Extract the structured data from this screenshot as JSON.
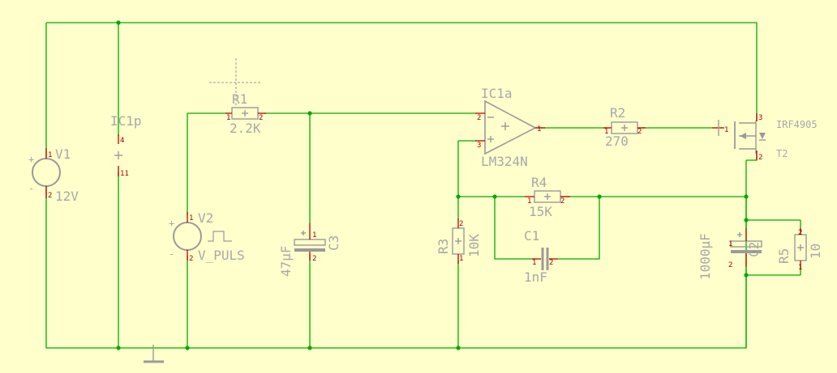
{
  "components": {
    "V1": {
      "name": "V1",
      "value": "12V",
      "pins": [
        "1",
        "2"
      ]
    },
    "IC1p": {
      "name": "IC1p",
      "pins": [
        "4",
        "11"
      ]
    },
    "R1": {
      "name": "R1",
      "value": "2.2K",
      "pins": [
        "1",
        "2"
      ]
    },
    "V2": {
      "name": "V2",
      "value": "V_PULS",
      "pins": [
        "1",
        "2"
      ]
    },
    "C3": {
      "name": "C3",
      "value": "47µF",
      "pins": [
        "1",
        "2"
      ]
    },
    "IC1a": {
      "name": "IC1a",
      "value": "LM324N",
      "pins": [
        "2",
        "3",
        "1"
      ]
    },
    "R2": {
      "name": "R2",
      "value": "270",
      "pins": [
        "1",
        "2"
      ]
    },
    "T2": {
      "name": "T2",
      "value": "IRF4905",
      "pins": [
        "1",
        "2",
        "3"
      ]
    },
    "R4": {
      "name": "R4",
      "value": "15K",
      "pins": [
        "1",
        "2"
      ]
    },
    "R3": {
      "name": "R3",
      "value": "10K",
      "pins": [
        "2",
        "1"
      ]
    },
    "C1": {
      "name": "C1",
      "value": "1nF",
      "pins": [
        "1",
        "2"
      ]
    },
    "C2": {
      "name": "C2",
      "value": "1000µF",
      "pins": [
        "1",
        "2"
      ]
    },
    "R5": {
      "name": "R5",
      "value": "10",
      "pins": [
        "2",
        "1"
      ]
    }
  },
  "colors": {
    "background": "#ffffcc",
    "wire": "#00aa00",
    "symbol": "#9a9a9a",
    "pin": "#bb0000"
  }
}
